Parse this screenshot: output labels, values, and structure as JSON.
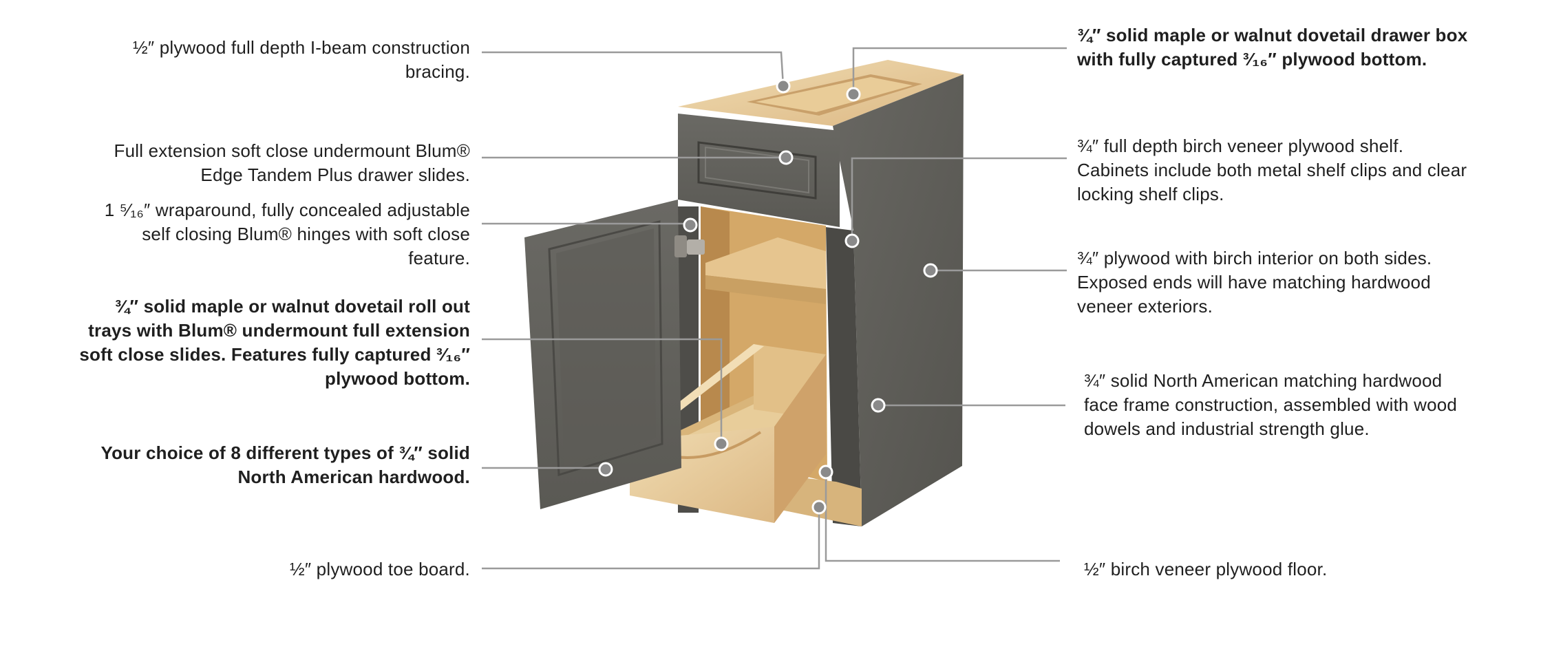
{
  "callouts": {
    "ibeam_bracing": {
      "lines": [
        "½″ plywood full depth I-beam construction",
        "bracing."
      ]
    },
    "drawer_slides": {
      "lines": [
        "Full extension soft close undermount Blum®",
        "Edge Tandem Plus drawer slides."
      ]
    },
    "hinges": {
      "lines": [
        "1 ⁵⁄₁₆″ wraparound, fully concealed adjustable",
        "self closing Blum® hinges with soft close",
        "feature."
      ]
    },
    "roll_out_trays": {
      "lines": [
        "¾″ solid maple or walnut dovetail roll out",
        "trays with Blum® undermount full extension",
        "soft close slides. Features fully captured ³⁄₁₆″",
        "plywood bottom."
      ]
    },
    "hardwood_choice": {
      "lines": [
        "Your choice of 8 different types of ¾″ solid",
        "North American hardwood."
      ]
    },
    "toe_board": {
      "lines": [
        "½″ plywood toe board."
      ]
    },
    "drawer_box": {
      "lines": [
        "¾″ solid maple or walnut dovetail drawer box",
        "with fully captured ³⁄₁₆″ plywood bottom."
      ]
    },
    "shelf": {
      "lines": [
        "¾″ full depth birch veneer plywood shelf.",
        "Cabinets include both metal shelf clips and clear",
        "locking shelf clips."
      ]
    },
    "sides": {
      "lines": [
        "¾″ plywood with birch interior on both sides.",
        "Exposed ends will have matching hardwood",
        "veneer exteriors."
      ]
    },
    "face_frame": {
      "lines": [
        "¾″ solid North American matching hardwood",
        "face frame construction, assembled with wood",
        "dowels and industrial strength glue."
      ]
    },
    "floor": {
      "lines": [
        "½″ birch veneer plywood floor."
      ]
    }
  },
  "colors": {
    "cabinet_gray": "#5f5e5a",
    "cabinet_gray_dark": "#4a4945",
    "wood_light": "#ead2a3",
    "wood_mid": "#d9b57c",
    "leader_line": "#9a9a9a",
    "dot_fill": "#8a8a8a",
    "text": "#1f1f1f"
  }
}
